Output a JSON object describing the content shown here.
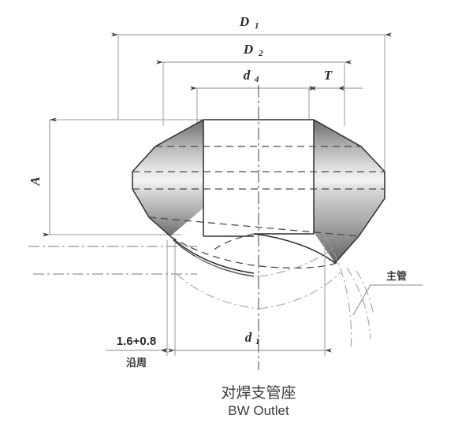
{
  "drawing": {
    "title_cjk": "对焊支管座",
    "title_en": "BW Outlet",
    "background_color": "#ffffff",
    "line_color": "#2e2e2e",
    "dimension_color": "#8a8a8a"
  },
  "dimensions": {
    "d1_outer": {
      "label": "D",
      "subscript": "1"
    },
    "d2": {
      "label": "D",
      "subscript": "2"
    },
    "d4": {
      "label": "d",
      "subscript": "4"
    },
    "t": {
      "label": "T",
      "subscript": ""
    },
    "a": {
      "label": "A",
      "subscript": ""
    },
    "d1_lower": {
      "label": "d",
      "subscript": "1"
    }
  },
  "annotations": {
    "weld_size": "1.6+0.8",
    "weld_note_cjk": "沿周",
    "main_pipe_cjk": "主管"
  }
}
